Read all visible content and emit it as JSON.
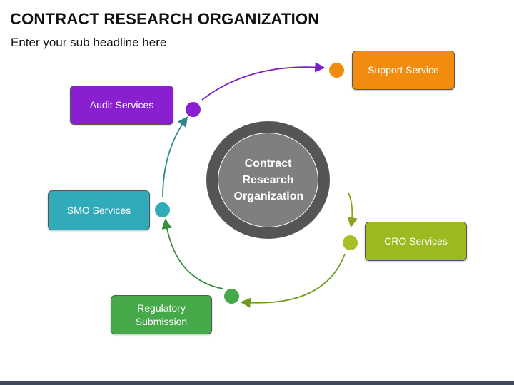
{
  "title": "CONTRACT RESEARCH ORGANIZATION",
  "subtitle": "Enter your sub headline here",
  "hub": {
    "label": "Contract Research Organization"
  },
  "nodes": {
    "support": {
      "label": "Support Service",
      "color": "#f28c0f"
    },
    "cro": {
      "label": "CRO Services",
      "color": "#9bbb20"
    },
    "regulatory": {
      "label": "Regulatory Submission",
      "color": "#45a94a"
    },
    "smo": {
      "label": "SMO Services",
      "color": "#31aab9"
    },
    "audit": {
      "label": "Audit Services",
      "color": "#8a1fd0"
    }
  }
}
